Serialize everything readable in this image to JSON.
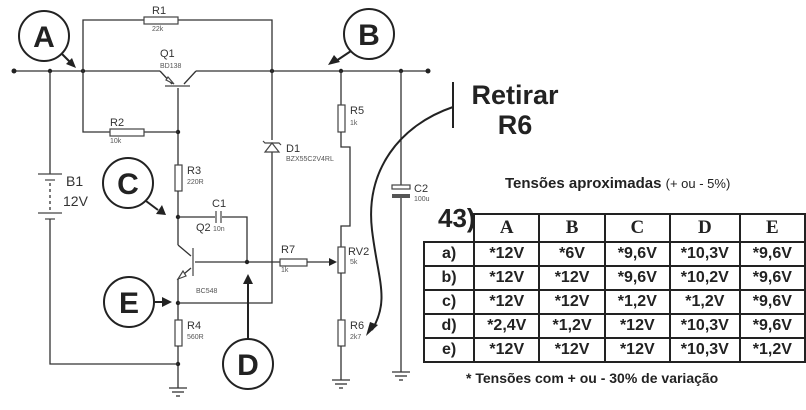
{
  "markers": [
    "A",
    "B",
    "C",
    "D",
    "E"
  ],
  "components": {
    "R1": {
      "label": "R1",
      "value": "22k"
    },
    "R2": {
      "label": "R2",
      "value": "10k"
    },
    "R3": {
      "label": "R3",
      "value": "220R"
    },
    "R4": {
      "label": "R4",
      "value": "560R"
    },
    "R5": {
      "label": "R5",
      "value": "1k"
    },
    "R6": {
      "label": "R6",
      "value": "2k7"
    },
    "R7": {
      "label": "R7",
      "value": "1k"
    },
    "RV2": {
      "label": "RV2",
      "value": "5k"
    },
    "Q1": {
      "label": "Q1",
      "value": "BD138"
    },
    "Q2": {
      "label": "Q2",
      "value": "BC548"
    },
    "C1": {
      "label": "C1",
      "value": "10n"
    },
    "C2": {
      "label": "C2",
      "value": "100u"
    },
    "D1": {
      "label": "D1",
      "value": "BZX55C2V4RL"
    },
    "B1": {
      "label": "B1",
      "value": "12V"
    }
  },
  "annotation": {
    "line1": "Retirar",
    "line2": "R6"
  },
  "table": {
    "title": "Tensões aproximadas",
    "title_note": "(+ ou - 5%)",
    "question": "43)",
    "headers": [
      "A",
      "B",
      "C",
      "D",
      "E"
    ],
    "rows": [
      {
        "option": "a)",
        "values": [
          "*12V",
          "*6V",
          "*9,6V",
          "*10,3V",
          "*9,6V"
        ]
      },
      {
        "option": "b)",
        "values": [
          "*12V",
          "*12V",
          "*9,6V",
          "*10,2V",
          "*9,6V"
        ]
      },
      {
        "option": "c)",
        "values": [
          "*12V",
          "*12V",
          "*1,2V",
          "*1,2V",
          "*9,6V"
        ]
      },
      {
        "option": "d)",
        "values": [
          "*2,4V",
          "*1,2V",
          "*12V",
          "*10,3V",
          "*9,6V"
        ]
      },
      {
        "option": "e)",
        "values": [
          "*12V",
          "*12V",
          "*12V",
          "*10,3V",
          "*1,2V"
        ]
      }
    ],
    "footnote": "* Tensões com + ou - 30% de variação"
  }
}
